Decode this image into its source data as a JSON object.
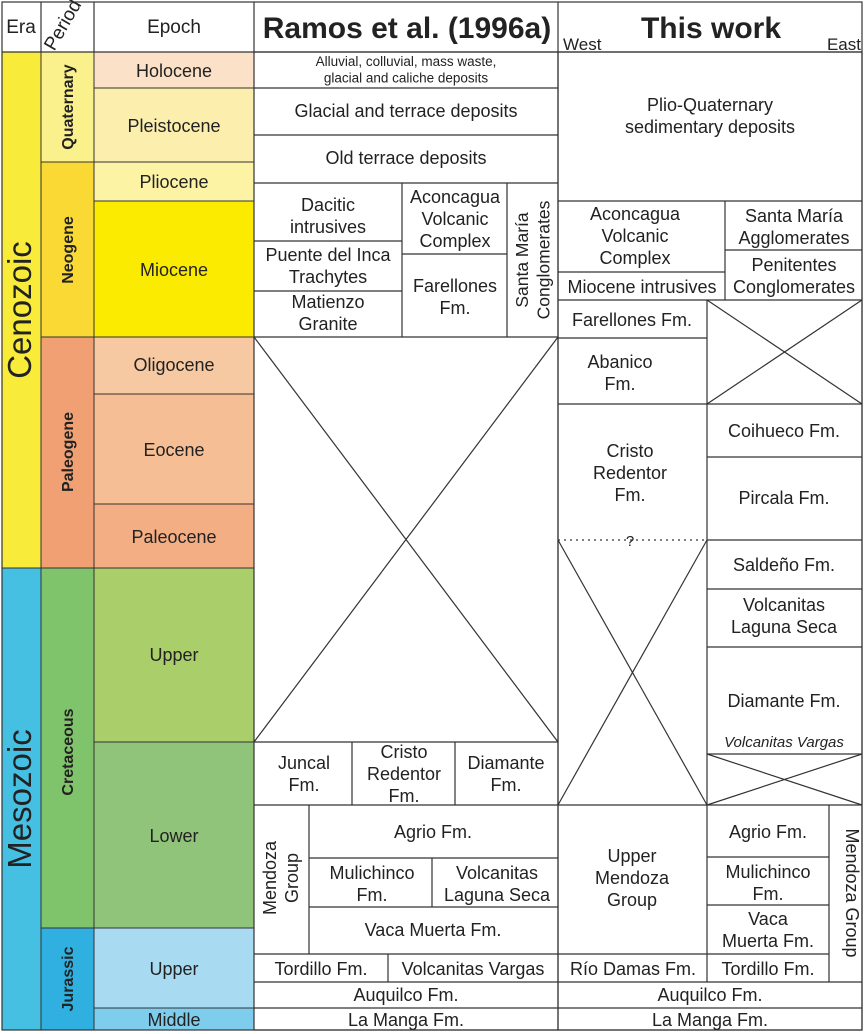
{
  "headers": {
    "era": "Era",
    "period": "Period",
    "epoch": "Epoch",
    "ramos": "Ramos et al. (1996a)",
    "this_work": "This work",
    "west": "West",
    "east": "East"
  },
  "colors": {
    "cenozoic": "#f8eb3a",
    "mesozoic": "#45c0e2",
    "quaternary": "#fbf18c",
    "neogene": "#fad935",
    "paleogene": "#f0a073",
    "cretaceous": "#7fc36a",
    "jurassic": "#2fb0e0",
    "holocene": "#fbe1c7",
    "pleistocene": "#fcefae",
    "pliocene": "#fcf3a5",
    "miocene": "#fbeb00",
    "oligocene": "#f6c9a2",
    "eocene": "#f6be94",
    "paleocene": "#f4ae84",
    "upper_cretaceous": "#a9ce6a",
    "lower_cretaceous": "#90c47a",
    "upper_jurassic": "#a8dbf1",
    "middle_jurassic": "#7ecdec"
  },
  "eras": [
    {
      "name": "Cenozoic",
      "color_key": "cenozoic"
    },
    {
      "name": "Mesozoic",
      "color_key": "mesozoic"
    }
  ],
  "periods": [
    {
      "name": "Quaternary",
      "color_key": "quaternary"
    },
    {
      "name": "Neogene",
      "color_key": "neogene"
    },
    {
      "name": "Paleogene",
      "color_key": "paleogene"
    },
    {
      "name": "Cretaceous",
      "color_key": "cretaceous"
    },
    {
      "name": "Jurassic",
      "color_key": "jurassic"
    }
  ],
  "epochs": [
    {
      "name": "Holocene",
      "color_key": "holocene"
    },
    {
      "name": "Pleistocene",
      "color_key": "pleistocene"
    },
    {
      "name": "Pliocene",
      "color_key": "pliocene"
    },
    {
      "name": "Miocene",
      "color_key": "miocene"
    },
    {
      "name": "Oligocene",
      "color_key": "oligocene"
    },
    {
      "name": "Eocene",
      "color_key": "eocene"
    },
    {
      "name": "Paleocene",
      "color_key": "paleocene"
    },
    {
      "name": "Upper",
      "color_key": "upper_cretaceous"
    },
    {
      "name": "Lower",
      "color_key": "lower_cretaceous"
    },
    {
      "name": "Upper",
      "color_key": "upper_jurassic"
    },
    {
      "name": "Middle",
      "color_key": "middle_jurassic"
    }
  ],
  "ramos_units": {
    "alluvial": "Alluvial, colluvial, mass waste, glacial and caliche deposits",
    "glacial_terrace": "Glacial and terrace deposits",
    "old_terrace": "Old terrace deposits",
    "dacitic": "Dacitic intrusives",
    "puente_inca": "Puente del Inca Trachytes",
    "matienzo": "Matienzo Granite",
    "aconcagua": "Aconcagua Volcanic Complex",
    "farellones": "Farellones Fm.",
    "santa_maria": "Santa María Conglomerates",
    "juncal": "Juncal Fm.",
    "cristo_redentor": "Cristo Redentor Fm.",
    "diamante": "Diamante Fm.",
    "mendoza_group": "Mendoza Group",
    "agrio": "Agrio Fm.",
    "mulichinco": "Mulichinco Fm.",
    "volcanitas_laguna_seca": "Volcanitas Laguna Seca",
    "vaca_muerta": "Vaca Muerta Fm.",
    "tordillo": "Tordillo Fm.",
    "volcanitas_vargas": "Volcanitas Vargas",
    "auquilco": "Auquilco Fm.",
    "la_manga": "La Manga Fm."
  },
  "this_work_units": {
    "plio_quaternary": "Plio-Quaternary sedimentary deposits",
    "aconcagua": "Aconcagua Volcanic Complex",
    "miocene_intrusives": "Miocene intrusives",
    "santa_maria": "Santa María Agglomerates",
    "penitentes": "Penitentes Conglomerates",
    "farellones": "Farellones Fm.",
    "abanico": "Abanico Fm.",
    "cristo_redentor": "Cristo Redentor Fm.",
    "uncertain": "?",
    "coihueco": "Coihueco Fm.",
    "pircala": "Pircala Fm.",
    "saldeno": "Saldeño Fm.",
    "volcanitas_laguna_seca": "Volcanitas Laguna Seca",
    "diamante": "Diamante Fm.",
    "volcanitas_vargas": "Volcanitas Vargas",
    "upper_mendoza": "Upper Mendoza Group",
    "agrio": "Agrio Fm.",
    "mulichinco": "Mulichinco Fm.",
    "vaca_muerta": "Vaca Muerta Fm.",
    "mendoza_group": "Mendoza Group",
    "rio_damas": "Río Damas Fm.",
    "tordillo": "Tordillo Fm.",
    "auquilco": "Auquilco Fm.",
    "la_manga": "La Manga Fm."
  }
}
